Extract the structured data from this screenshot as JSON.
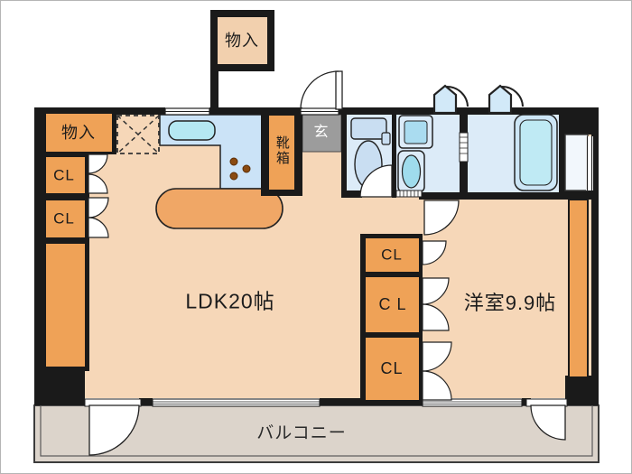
{
  "floorplan": {
    "type": "japanese-apartment-floor-plan",
    "labels": {
      "storage_top": "物入",
      "storage_left": "物入",
      "closet_left_1": "CL",
      "closet_left_2": "CL",
      "shoe_cabinet": "靴箱",
      "entrance": "玄",
      "ldk": "LDK20帖",
      "closet_mid_1": "CL",
      "closet_mid_2": "C L",
      "closet_mid_3": "CL",
      "western_room": "洋室9.9帖",
      "balcony": "バルコニー"
    },
    "colors": {
      "wall": "#1a1a1a",
      "floor": "#f6d7b8",
      "storage_interior": "#f2d0ae",
      "cabinet_orange": "#efa257",
      "island_orange": "#f0a766",
      "kitchen_counter_blue": "#cbe3f7",
      "wet_room_blue": "#dcebf8",
      "fixture_fill": "#c9def2",
      "fixture_cyan": "#aadcf0",
      "sink_cyan": "#b5e8f2",
      "tub_inner": "#bfeaf4",
      "entrance_grey": "#9c9c9c",
      "balcony_grey": "#dcd4cb",
      "burner_brown": "#8a4a10"
    }
  }
}
